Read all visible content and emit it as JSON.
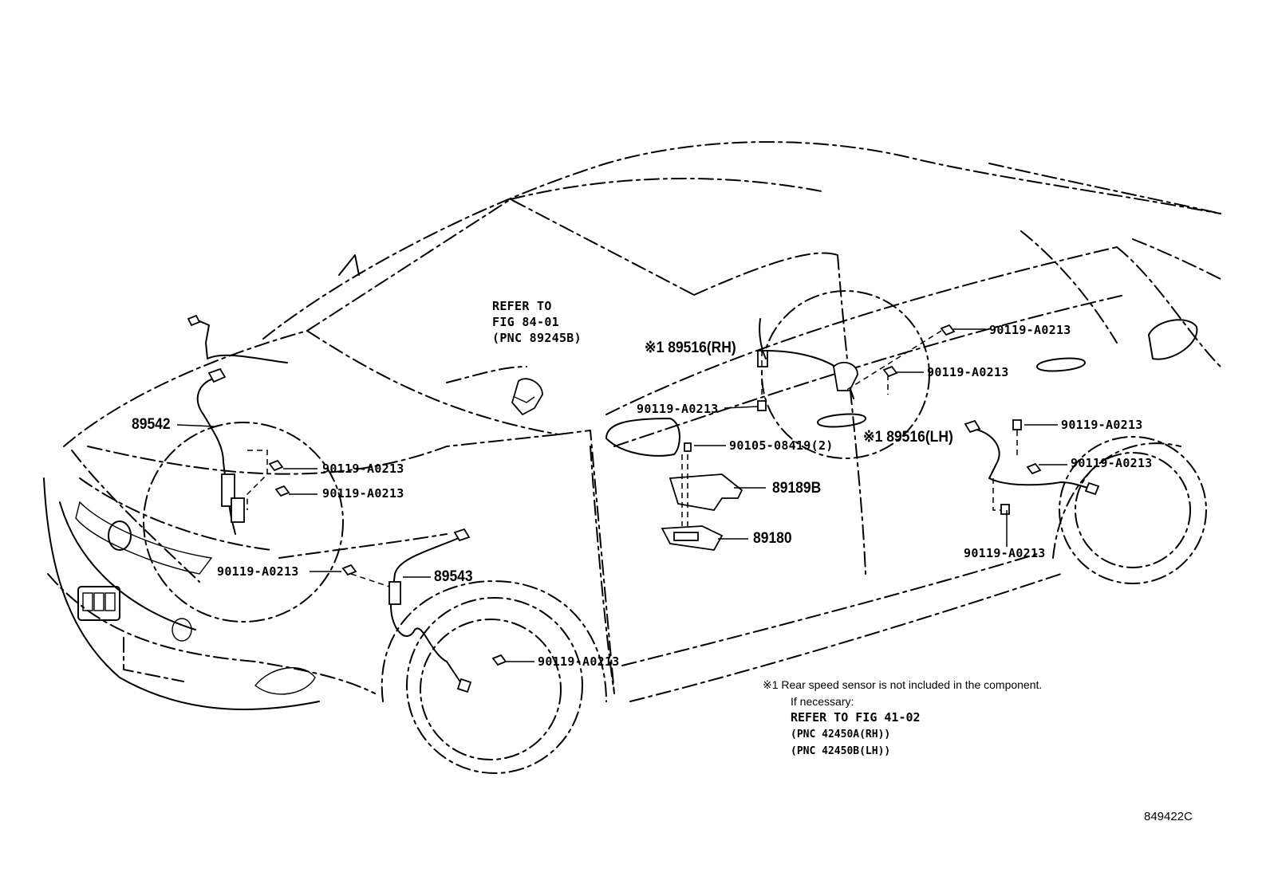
{
  "labels": {
    "refer_fig_84": [
      "REFER TO",
      "FIG 84-01",
      "(PNC 89245B)"
    ],
    "p89542": "89542",
    "p89543": "89543",
    "p89516_rh": "※1 89516(RH)",
    "p89516_lh": "※1 89516(LH)",
    "p89189b": "89189B",
    "p89180": "89180",
    "b_front_1": "90119-A0213",
    "b_front_2": "90119-A0213",
    "b_front_3": "90119-A0213",
    "b_front_wheel": "90119-A0213",
    "b_rh_top": "90119-A0213",
    "b_rh_mid": "90119-A0213",
    "b_rh_left": "90119-A0213",
    "b_90105": "90105-08419(2)",
    "b_lh_1": "90119-A0213",
    "b_lh_2": "90119-A0213",
    "b_lh_3": "90119-A0213"
  },
  "note": {
    "line1": "※1 Rear speed sensor is not included in the component.",
    "line2": "If necessary:",
    "line3": "REFER TO FIG 41-02",
    "line4": "(PNC 42450A(RH))",
    "line5": "(PNC 42450B(LH))"
  },
  "figure_code": "849422C"
}
